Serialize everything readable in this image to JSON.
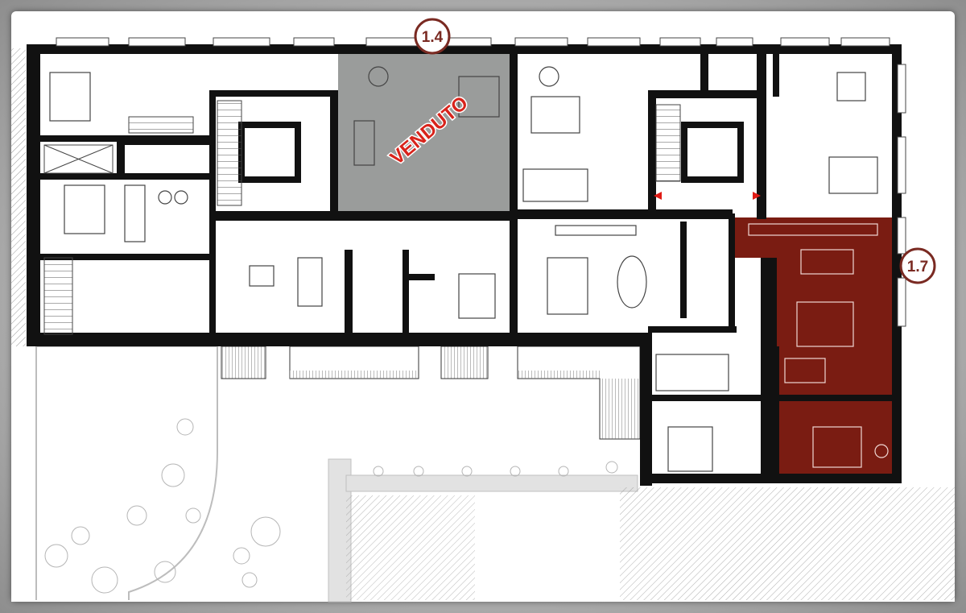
{
  "plan": {
    "units": [
      {
        "id": "unit-1-4",
        "number": "1.4",
        "status": "VENDUTO",
        "color": "#9a9c9b"
      },
      {
        "id": "unit-1-7",
        "number": "1.7",
        "status": "",
        "color": "#7a1c12"
      }
    ],
    "colors": {
      "wall": "#111111",
      "sold_fill": "#9a9c9b",
      "available_fill": "#7a1c12",
      "marker_border": "#7a2a22",
      "sold_text": "#d8231b",
      "arrow": "#e01a14"
    }
  }
}
